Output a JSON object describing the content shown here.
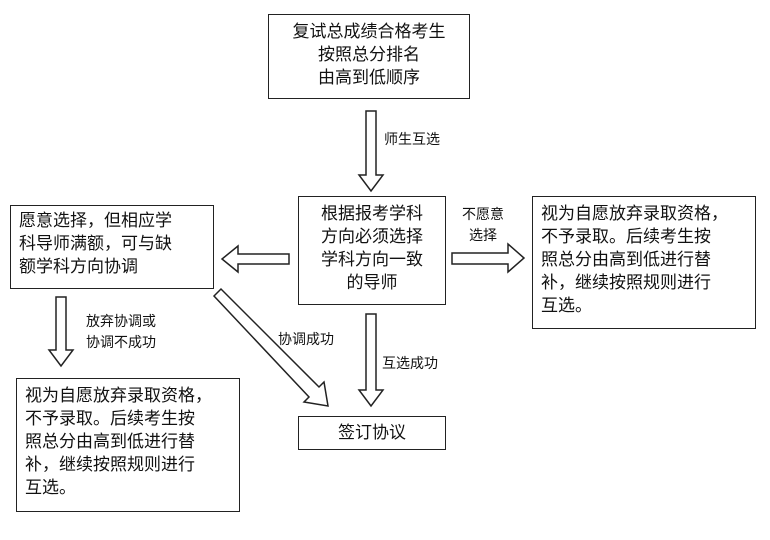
{
  "nodes": {
    "start": {
      "lines": [
        "复试总成绩合格考生",
        "按照总分排名",
        "由高到低顺序"
      ]
    },
    "direction": {
      "lines": [
        "根据报考学科",
        "方向必须选择",
        "学科方向一致",
        "的导师"
      ]
    },
    "coordinate": {
      "lines": [
        "愿意选择，但相应学",
        "科导师满额，可与缺",
        "额学科方向协调"
      ]
    },
    "reject_right": {
      "lines": [
        "视为自愿放弃录取资格，",
        "不予录取。后续考生按",
        "照总分由高到低进行替",
        "补，继续按照规则进行",
        "互选。"
      ]
    },
    "reject_left": {
      "lines": [
        "视为自愿放弃录取资格，",
        "不予录取。后续考生按",
        "照总分由高到低进行替",
        "补，继续按照规则进行",
        "互选。"
      ]
    },
    "sign": {
      "lines": [
        "签订协议"
      ]
    }
  },
  "edges": {
    "mutual": {
      "lines": [
        "师生互选"
      ]
    },
    "unwilling": {
      "lines": [
        "不愿意",
        "选择"
      ]
    },
    "mutual_success": {
      "lines": [
        "互选成功"
      ]
    },
    "coord_success": {
      "lines": [
        "协调成功"
      ]
    },
    "abandon": {
      "lines": [
        "放弃协调或",
        "协调不成功"
      ]
    }
  }
}
